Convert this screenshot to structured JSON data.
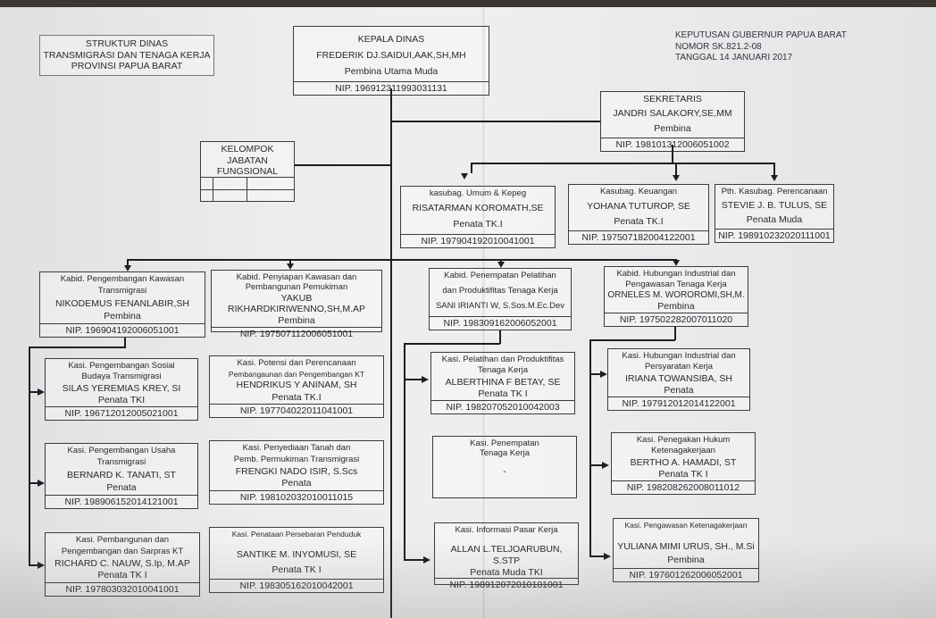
{
  "title_box": {
    "line1": "STRUKTUR DINAS",
    "line2": "TRANSMIGRASI DAN TENAGA KERJA",
    "line3": "PROVINSI PAPUA BARAT"
  },
  "decree": {
    "line1": "KEPUTUSAN GUBERNUR  PAPUA BARAT",
    "line2": "NOMOR SK.821.2-08",
    "line3": "TANGGAL 14 JANUARI  2017"
  },
  "kepala": {
    "title": "KEPALA DINAS",
    "name": "FREDERIK DJ.SAIDUI,AAK,SH,MH",
    "rank": "Pembina Utama Muda",
    "nip": "NIP. 196912311993031131"
  },
  "sekretaris": {
    "title": "SEKRETARIS",
    "name": "JANDRI SALAKORY,SE,MM",
    "rank": "Pembina",
    "nip": "NIP. 198101312006051002"
  },
  "fungsional": {
    "line1": "KELOMPOK JABATAN",
    "line2": "FUNGSIONAL"
  },
  "kasubag": [
    {
      "title": "kasubag. Umum & Kepeg",
      "name": "RISATARMAN KOROMATH,SE",
      "rank": "Penata TK.I",
      "nip": "NIP. 197904192010041001"
    },
    {
      "title": "Kasubag. Keuangan",
      "name": "YOHANA TUTUROP, SE",
      "rank": "Penata TK.I",
      "nip": "NIP. 197507182004122001"
    },
    {
      "title": "Pth. Kasubag. Perencanaan",
      "name": "STEVIE J. B. TULUS, SE",
      "rank": "Penata Muda",
      "nip": "NIP. 198910232020111001"
    }
  ],
  "kabid": [
    {
      "title": "Kabid. Pengembangan Kawasan",
      "title2": "Transmigrasi",
      "name": "NIKODEMUS FENANLABIR,SH",
      "rank": "Pembina",
      "nip": "NIP. 196904192006051001"
    },
    {
      "title": "Kabid. Penyiapan Kawasan dan",
      "title2": "Pembangunan Pemukiman",
      "name": "YAKUB RIKHARDKIRIWENNO,SH,M.AP",
      "rank": "Pembina",
      "nip": "NIP. 197507112006051001"
    },
    {
      "title": "Kabid. Penempatan Pelatihan",
      "title2": "dan Produktifitas Tenaga Kerja",
      "name": "SANI IRIANTI W, S.Sos.M.Ec.Dev",
      "rank": "Pembina",
      "nip": "NIP. 198309162006052001"
    },
    {
      "title": "Kabid. Hubungan Industrial dan",
      "title2": "Pengawasan Tenaga Kerja",
      "name": "ORNELES M. WOROROMI,SH,M.",
      "rank": "Pembina",
      "nip": "NIP. 197502282007011020"
    }
  ],
  "kasi_col1": [
    {
      "title": "Kasi. Pengembangan Sosial",
      "title2": "Budaya Transmigrasi",
      "name": "SILAS YEREMIAS KREY, SI",
      "rank": "Penata  TKI",
      "nip": "NIP. 196712012005021001"
    },
    {
      "title": "Kasi. Pengembangan Usaha",
      "title2": "Transmigrasi",
      "name": "BERNARD K. TANATI, ST",
      "rank": "Penata",
      "nip": "NIP. 198906152014121001"
    },
    {
      "title": "Kasi. Pembangunan dan",
      "title2": "Pengembangan dan  Sarpras KT",
      "name": "RICHARD C. NAUW, S.Ip, M.AP",
      "rank": "Penata TK I",
      "nip": "NIP. 197803032010041001"
    }
  ],
  "kasi_col2": [
    {
      "title": "Kasi. Potensi dan Perencanaan",
      "title2": "Pembangaunan dan Pengembangan KT",
      "name": "HENDRIKUS Y ANINAM, SH",
      "rank": "Penata TK.I",
      "nip": "NIP. 197704022011041001"
    },
    {
      "title": "Kasi. Penyediaan Tanah dan",
      "title2": "Pemb. Permukiman Transmigrasi",
      "name": "FRENGKI NADO ISIR, S.Scs",
      "rank": "Penata",
      "nip": "NIP. 198102032010011015"
    },
    {
      "title": "Kasi. Penataan Persebaran  Penduduk",
      "title2": "",
      "name": "SANTIKE M. INYOMUSI, SE",
      "rank": "Penata TK I",
      "nip": "NIP. 198305162010042001"
    }
  ],
  "kasi_col3": [
    {
      "title": "Kasi. Pelatihan dan Produktifitas",
      "title2": "Tenaga Kerja",
      "name": "ALBERTHINA F BETAY, SE",
      "rank": "Penata TK I",
      "nip": "NIP. 198207052010042003"
    },
    {
      "title": "Kasi. Penempatan",
      "title2": "Tenaga Kerja",
      "name": "",
      "rank": "",
      "nip": "-"
    },
    {
      "title": "Kasi. Informasi Pasar Kerja",
      "title2": "",
      "name": "ALLAN L.TELJOARUBUN, S.STP",
      "rank": "Penata  Muda TKI",
      "nip": "NIP. 198912072010101001"
    }
  ],
  "kasi_col4": [
    {
      "title": "Kasi. Hubungan Industrial dan",
      "title2": "Persyaratan Kerja",
      "name": "IRIANA TOWANSIBA, SH",
      "rank": "Penata",
      "nip": "NIP. 197912012014122001"
    },
    {
      "title": "Kasi. Penegakan Hukum",
      "title2": "Ketenagakerjaan",
      "name": "BERTHO A. HAMADI, ST",
      "rank": "Penata TK I",
      "nip": "NIP. 198208262008011012"
    },
    {
      "title": "Kasi. Pengawasan Ketenagakerjaan",
      "title2": "",
      "name": "YULIANA MIMI URUS, SH., M.Si",
      "rank": "Pembina",
      "nip": "NIP. 197601262006052001"
    }
  ]
}
